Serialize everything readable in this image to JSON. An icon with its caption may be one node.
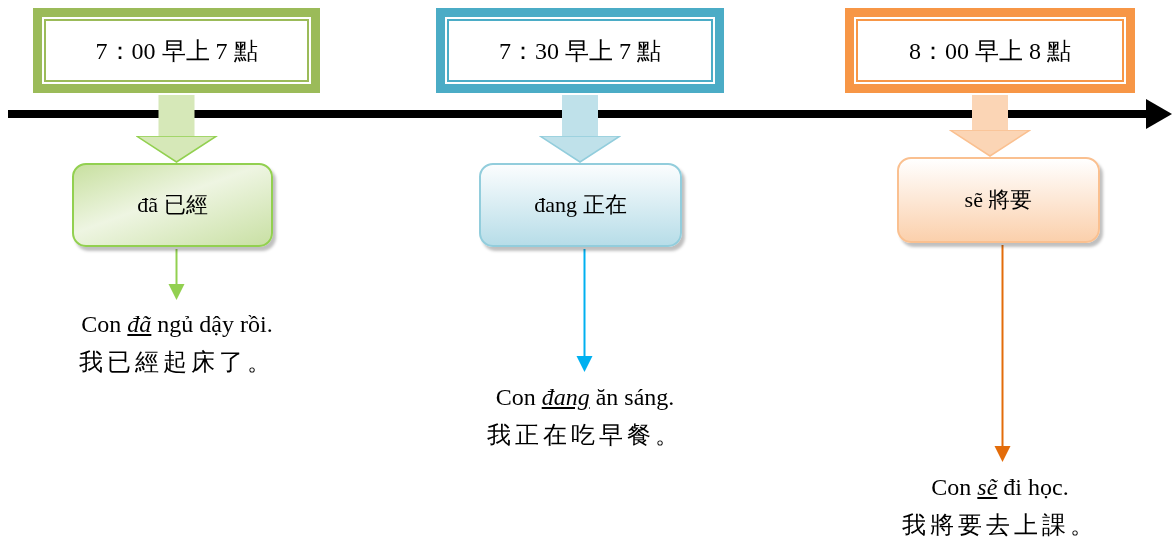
{
  "diagram": {
    "nodes": [
      {
        "text": [
          "7：00 早上 7 點"
        ]
      },
      {
        "text": [
          "7：30 早上 7 點"
        ]
      },
      {
        "text": [
          "8：00 早上 8 點"
        ]
      },
      {
        "text": [
          "đã 已經"
        ]
      },
      {
        "text": [
          "đang 正在"
        ]
      },
      {
        "text": [
          "sẽ 將要"
        ]
      },
      {
        "text": [
          "Con *đã* ngủ dậy rồi.",
          "我已經起床了。"
        ]
      },
      {
        "text": [
          "Con *đang* ăn sáng.",
          "我正在吃早餐。"
        ]
      },
      {
        "text": [
          "Con *sẽ* đi học.",
          "我將要去上課。"
        ]
      }
    ],
    "edges": [
      {
        "from": 0,
        "to": 3,
        "arrow": "to",
        "style": "thick",
        "color": "#d6e8b8"
      },
      {
        "from": 1,
        "to": 4,
        "arrow": "to",
        "style": "thick",
        "color": "#bfe1ea"
      },
      {
        "from": 2,
        "to": 5,
        "arrow": "to",
        "style": "thick",
        "color": "#fbd5b5"
      },
      {
        "from": 3,
        "to": 6,
        "arrow": "to",
        "color": "#92d050"
      },
      {
        "from": 4,
        "to": 7,
        "arrow": "to",
        "color": "#00b0f0"
      },
      {
        "from": 5,
        "to": 8,
        "arrow": "to",
        "color": "#e36c0a"
      }
    ]
  }
}
